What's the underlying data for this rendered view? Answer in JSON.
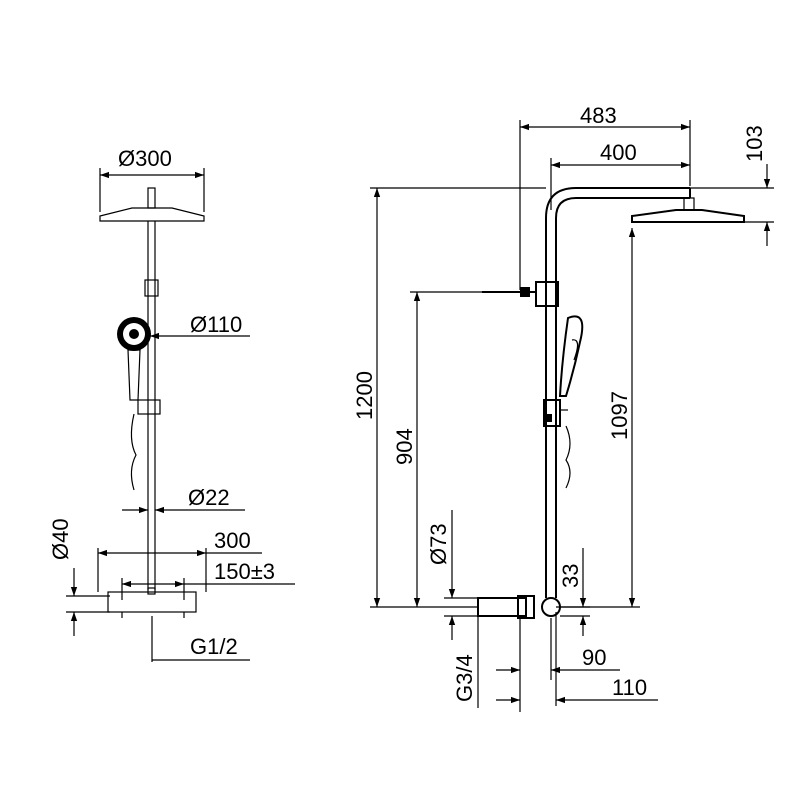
{
  "dimensions": {
    "front": {
      "head_diameter": "Ø300",
      "handshower_diameter": "Ø110",
      "rail_diameter": "Ø22",
      "body_diameter": "Ø40",
      "mixer_width": "300",
      "inlet_centres": "150±3",
      "inlet_thread": "G1/2"
    },
    "side": {
      "arm_projection": "483",
      "head_projection": "400",
      "head_height": "103",
      "total_height": "1200",
      "hose_outlet_height": "904",
      "head_bottom_height": "1097",
      "connector_diameter": "Ø73",
      "outlet_offset": "33",
      "outlet_thread": "G3/4",
      "wall_offset_1": "90",
      "wall_offset_2": "110"
    }
  }
}
